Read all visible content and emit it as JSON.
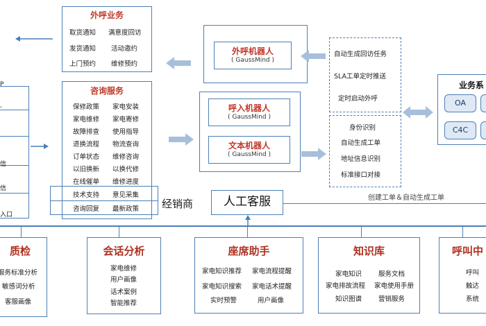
{
  "outbound": {
    "title": "外呼业务",
    "items": [
      "取货通知",
      "满意度回访",
      "发货通知",
      "活动邀约",
      "上门预约",
      "维修预约"
    ]
  },
  "consult": {
    "title": "咨询服务",
    "items": [
      "保修政策",
      "家电安装",
      "家电维修",
      "家电寄修",
      "故障排查",
      "使用指导",
      "退换流程",
      "物流查询",
      "订单状态",
      "维修咨询",
      "以旧换新",
      "以换代修",
      "在线催单",
      "维修进度"
    ],
    "boxed_items": [
      "技术支持",
      "意见采集",
      "咨询回复",
      "最新政策"
    ]
  },
  "left_fragments": [
    "P",
    "’",
    "信",
    "信",
    "入口"
  ],
  "robots": {
    "outbound": {
      "name": "外呼机器人",
      "sub": "( GaussMind )"
    },
    "inbound": {
      "name": "呼入机器人",
      "sub": "( GaussMind )"
    },
    "text": {
      "name": "文本机器人",
      "sub": "( GaussMind )"
    }
  },
  "dealer": "经销商",
  "agent": "人工客服",
  "right_top_items": [
    "自动生成回访任务",
    "SLA工单定时推送",
    "定时启动外呼"
  ],
  "right_bottom_items": [
    "身份识别",
    "自动生成工单",
    "地址信息识别",
    "标准接口对接"
  ],
  "create_ticket": "创建工单＆自动生成工单",
  "biz_sys": {
    "title": "业务系",
    "items": [
      "OA",
      "C4C"
    ]
  },
  "bottom": [
    {
      "title": "质检",
      "items": [
        "服务标准分析",
        "敏感词分析",
        "客服画像"
      ]
    },
    {
      "title": "会话分析",
      "items": [
        "家电维修",
        "用户画像",
        "话术案例",
        "智能推荐"
      ]
    },
    {
      "title": "座席助手",
      "items": [
        "家电知识推荐",
        "家电流程提醒",
        "家电知识搜索",
        "家电话术提醒",
        "实时预警",
        "用户画像"
      ]
    },
    {
      "title": "知识库",
      "items": [
        "家电知识",
        "服务文档",
        "家电排故流程",
        "家电使用手册",
        "知识图谱",
        "营销服务"
      ]
    },
    {
      "title": "呼叫中",
      "items": [
        "呼叫",
        "触达",
        "系统"
      ]
    }
  ],
  "colors": {
    "border": "#4a7fb5",
    "title": "#c0392b",
    "arrow": "#a8bfdc",
    "pill": "#dfe9f5"
  }
}
